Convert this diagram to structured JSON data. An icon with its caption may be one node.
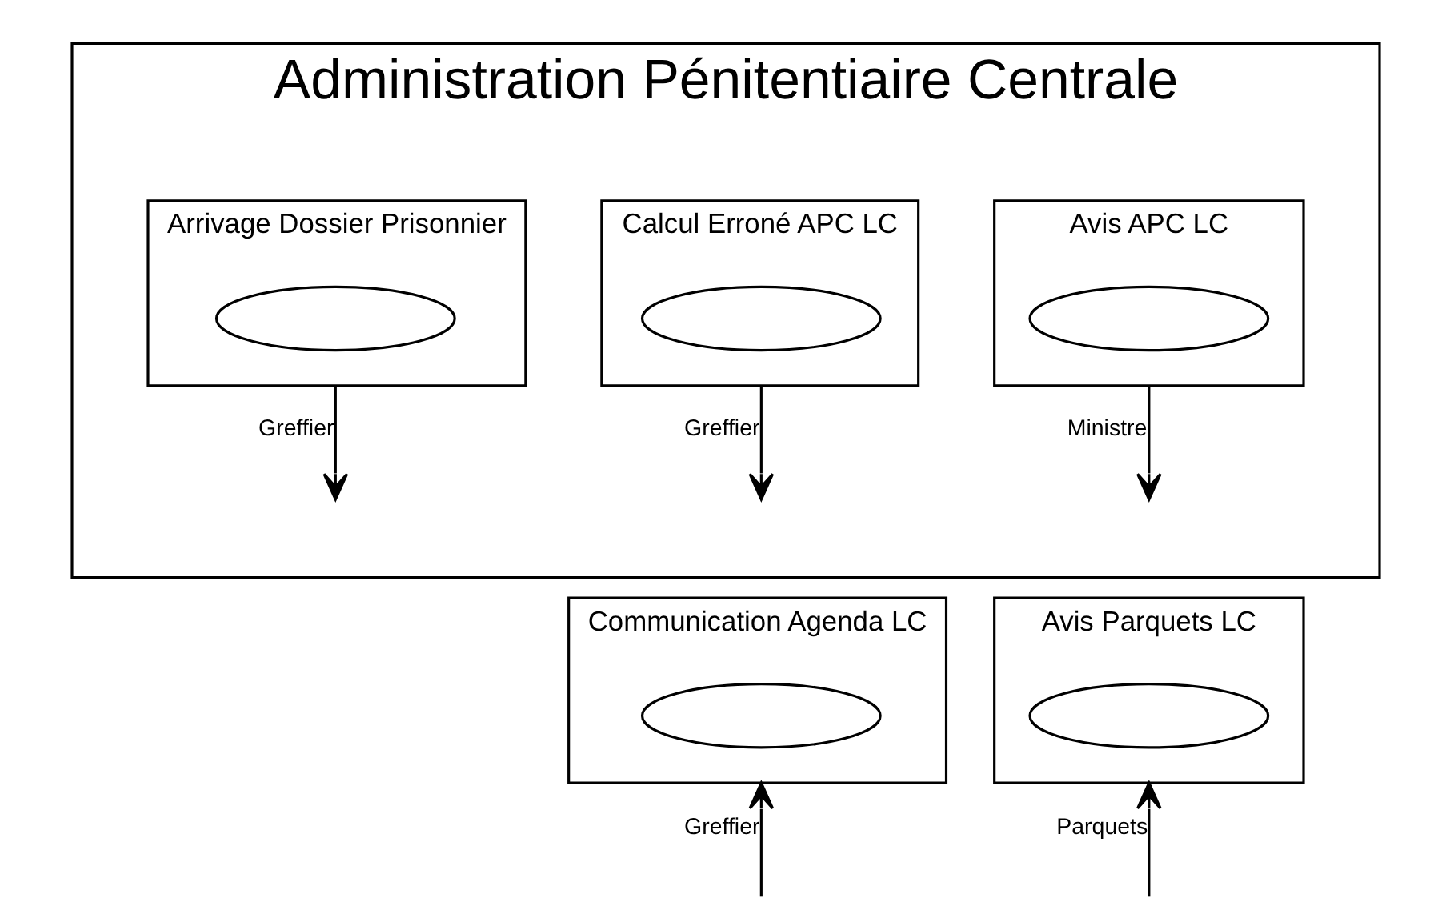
{
  "diagram": {
    "nodes": [
      {
        "text": [
          "Administration Pénitentiaire Centrale"
        ]
      },
      {
        "text": [
          "Calcul Erroné APC LC"
        ],
        "in": 0
      },
      {
        "text": [],
        "shape": "ellipse",
        "in": 1
      },
      {
        "text": [
          "Avis APC LC"
        ],
        "in": 0
      },
      {
        "text": [],
        "shape": "ellipse",
        "in": 3
      },
      {
        "text": [
          "Arrivage Dossier Prisonnier"
        ],
        "in": 0
      },
      {
        "text": [],
        "shape": "ellipse",
        "in": 5
      },
      {
        "text": [
          "Communication Agenda LC"
        ]
      },
      {
        "text": [],
        "shape": "ellipse",
        "in": 7
      },
      {
        "text": [
          "Avis Parquets LC"
        ]
      },
      {
        "text": [],
        "shape": "ellipse",
        "in": 9
      }
    ],
    "edges": [
      {
        "from": 1,
        "to": null,
        "arrow": "to",
        "label": "Greffier"
      },
      {
        "from": 3,
        "to": null,
        "arrow": "to",
        "label": "Ministre"
      },
      {
        "from": 5,
        "to": null,
        "arrow": "to",
        "label": "Greffier"
      },
      {
        "from": null,
        "to": 7,
        "arrow": "to",
        "label": "Greffier"
      },
      {
        "from": null,
        "to": 9,
        "arrow": "to",
        "label": "Parquets"
      }
    ]
  }
}
